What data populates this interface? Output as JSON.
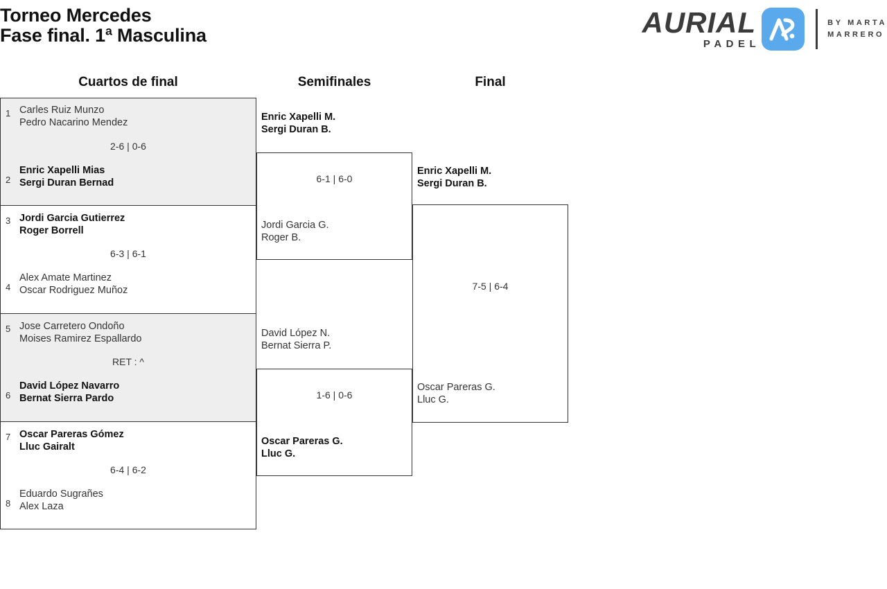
{
  "header": {
    "title_line1": "Torneo Mercedes",
    "title_line2": "Fase final. 1ª Masculina"
  },
  "logo": {
    "brand": "AURIAL",
    "sub": "PADEL",
    "by_line1": "BY  MARTA",
    "by_line2": "MARRERO",
    "mark_color": "#5aa9ec",
    "text_color": "#3b3b3b"
  },
  "rounds": [
    {
      "label": "Cuartos de final"
    },
    {
      "label": "Semifinales"
    },
    {
      "label": "Final"
    }
  ],
  "quarterfinals": [
    {
      "top": {
        "seed": "1",
        "p1": "Carles Ruiz Munzo",
        "p2": "Pedro Nacarino Mendez",
        "winner": false
      },
      "bottom": {
        "seed": "2",
        "p1": "Enric Xapelli Mias",
        "p2": "Sergi Duran Bernad",
        "winner": true
      },
      "score": "2-6 | 0-6",
      "shaded": true
    },
    {
      "top": {
        "seed": "3",
        "p1": "Jordi Garcia Gutierrez",
        "p2": "Roger Borrell",
        "winner": true
      },
      "bottom": {
        "seed": "4",
        "p1": "Alex Amate Martinez",
        "p2": "Oscar Rodriguez Muñoz",
        "winner": false
      },
      "score": "6-3 | 6-1",
      "shaded": false
    },
    {
      "top": {
        "seed": "5",
        "p1": "Jose Carretero Ondoño",
        "p2": "Moises Ramirez Espallardo",
        "winner": false
      },
      "bottom": {
        "seed": "6",
        "p1": "David López Navarro",
        "p2": "Bernat Sierra Pardo",
        "winner": true
      },
      "score": "RET : ^",
      "shaded": true
    },
    {
      "top": {
        "seed": "7",
        "p1": "Oscar Pareras Gómez",
        "p2": "Lluc Gairalt",
        "winner": true
      },
      "bottom": {
        "seed": "8",
        "p1": "Eduardo Sugrañes",
        "p2": "Alex Laza",
        "winner": false
      },
      "score": "6-4 | 6-2",
      "shaded": false
    }
  ],
  "semifinals": [
    {
      "top": {
        "p1": "Enric Xapelli M.",
        "p2": "Sergi Duran B.",
        "winner": true
      },
      "bottom": {
        "p1": "Jordi Garcia G.",
        "p2": "Roger B.",
        "winner": false
      },
      "score": "6-1 | 6-0"
    },
    {
      "top": {
        "p1": "David López N.",
        "p2": "Bernat Sierra P.",
        "winner": false
      },
      "bottom": {
        "p1": "Oscar Pareras G.",
        "p2": "Lluc G.",
        "winner": true
      },
      "score": "1-6 | 0-6"
    }
  ],
  "final": {
    "top": {
      "p1": "Enric Xapelli M.",
      "p2": "Sergi Duran B.",
      "winner": true
    },
    "bottom": {
      "p1": "Oscar Pareras G.",
      "p2": "Lluc G.",
      "winner": false
    },
    "score": "7-5 | 6-4"
  }
}
